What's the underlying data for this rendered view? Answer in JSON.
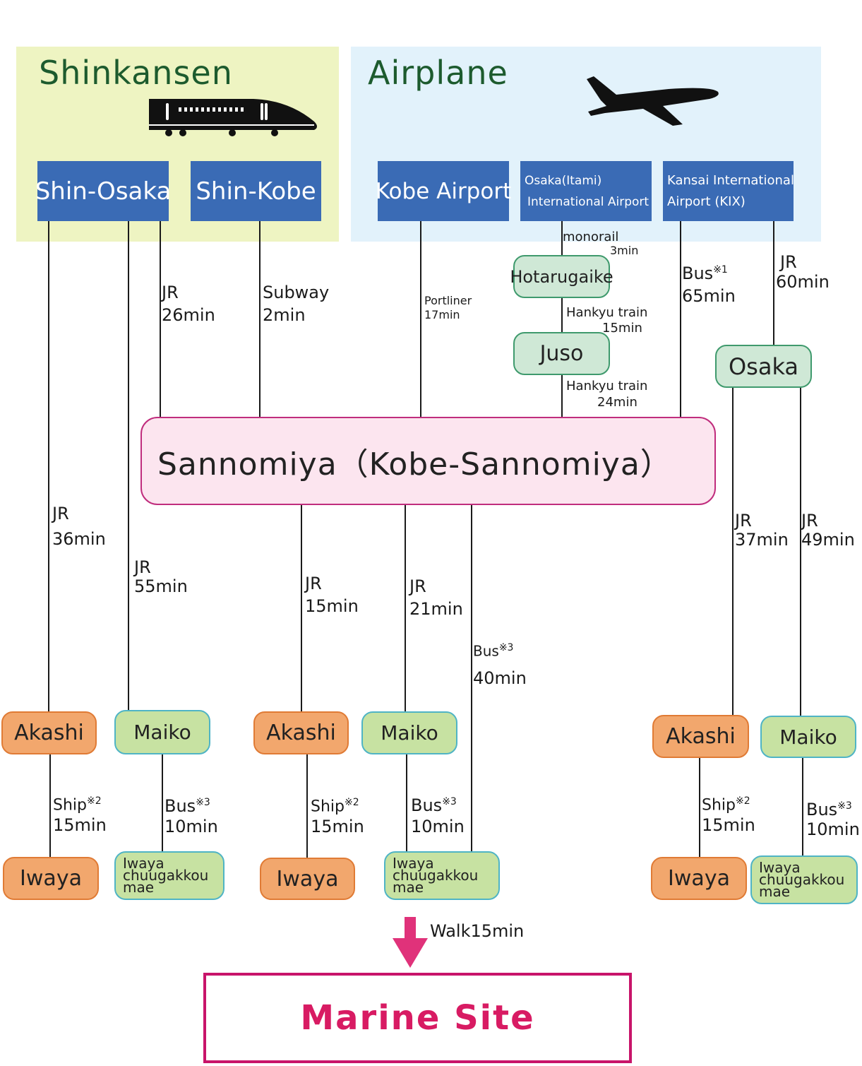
{
  "shinkansen": {
    "title": "Shinkansen",
    "icon": "shinkansen-train-icon",
    "stations": [
      "Shin-Osaka",
      "Shin-Kobe"
    ]
  },
  "airplane": {
    "title": "Airplane",
    "icon": "airplane-icon",
    "airports": {
      "kobe": "Kobe Airport",
      "itami_line1": "Osaka(Itami)",
      "itami_line2": "International Airport",
      "kix_line1": "Kansai International",
      "kix_line2": "Airport (KIX)"
    }
  },
  "hub": "Sannomiya（Kobe-Sannomiya）",
  "transfer_stations": {
    "hotarugaike": "Hotarugaike",
    "juso": "Juso",
    "osaka": "Osaka"
  },
  "routes": {
    "shinosaka_akashi": {
      "mode": "JR",
      "time": "36min"
    },
    "shinosaka_maiko": {
      "mode": "JR",
      "time": "55min"
    },
    "shinosaka_sannomiya": {
      "mode": "JR",
      "time": "26min"
    },
    "shinkobe_sannomiya": {
      "mode": "Subway",
      "time": "2min"
    },
    "kobeairport_sannomiya": {
      "mode": "Portliner",
      "time": "17min"
    },
    "itami_hotarugaike": {
      "mode": "monorail",
      "time": "3min"
    },
    "hotarugaike_juso": {
      "mode": "Hankyu train",
      "time": "15min"
    },
    "juso_sannomiya": {
      "mode": "Hankyu train",
      "time": "24min"
    },
    "kix_sannomiya": {
      "mode": "Bus",
      "note": "※1",
      "time": "65min"
    },
    "kix_osaka": {
      "mode": "JR",
      "time": "60min"
    },
    "sannomiya_akashi": {
      "mode": "JR",
      "time": "15min"
    },
    "sannomiya_maiko": {
      "mode": "JR",
      "time": "21min"
    },
    "sannomiya_iwaya_bus": {
      "mode": "Bus",
      "note": "※3",
      "time": "40min"
    },
    "osaka_akashi": {
      "mode": "JR",
      "time": "37min"
    },
    "osaka_maiko": {
      "mode": "JR",
      "time": "49min"
    },
    "akashi_iwaya": {
      "mode": "Ship",
      "note": "※2",
      "time": "15min"
    },
    "maiko_iwaya": {
      "mode": "Bus",
      "note": "※3",
      "time": "10min"
    }
  },
  "bottom": {
    "akashi": "Akashi",
    "maiko": "Maiko",
    "iwaya": "Iwaya",
    "iwaya_school_l1": "Iwaya",
    "iwaya_school_l2": "chuugakkou",
    "iwaya_school_l3": "mae"
  },
  "walk": "Walk15min",
  "destination": "Marine Site",
  "colors": {
    "shinkansen_bg": "#eef4c2",
    "airplane_bg": "#e2f2fb",
    "station_blue": "#3a6bb5",
    "hub_bg": "#fce5ef",
    "hub_border": "#c02d7d",
    "akashi_orange": "#f2a76d",
    "maiko_green": "#c7e2a2",
    "destination_pink": "#d81b63"
  }
}
